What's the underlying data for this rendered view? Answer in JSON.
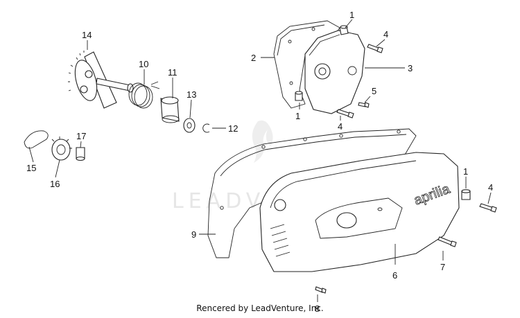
{
  "watermark": "LEADVENTURE",
  "credit": "Rencered by LeadVenture, Inc.",
  "callouts": {
    "c1a": "1",
    "c1b": "1",
    "c1c": "1",
    "c2": "2",
    "c3": "3",
    "c4a": "4",
    "c4b": "4",
    "c4c": "4",
    "c5": "5",
    "c6": "6",
    "c7": "7",
    "c8": "8",
    "c9": "9",
    "c10": "10",
    "c11": "11",
    "c12": "12",
    "c13": "13",
    "c14": "14",
    "c15": "15",
    "c16": "16",
    "c17": "17"
  },
  "cover_logo": "aprilia"
}
